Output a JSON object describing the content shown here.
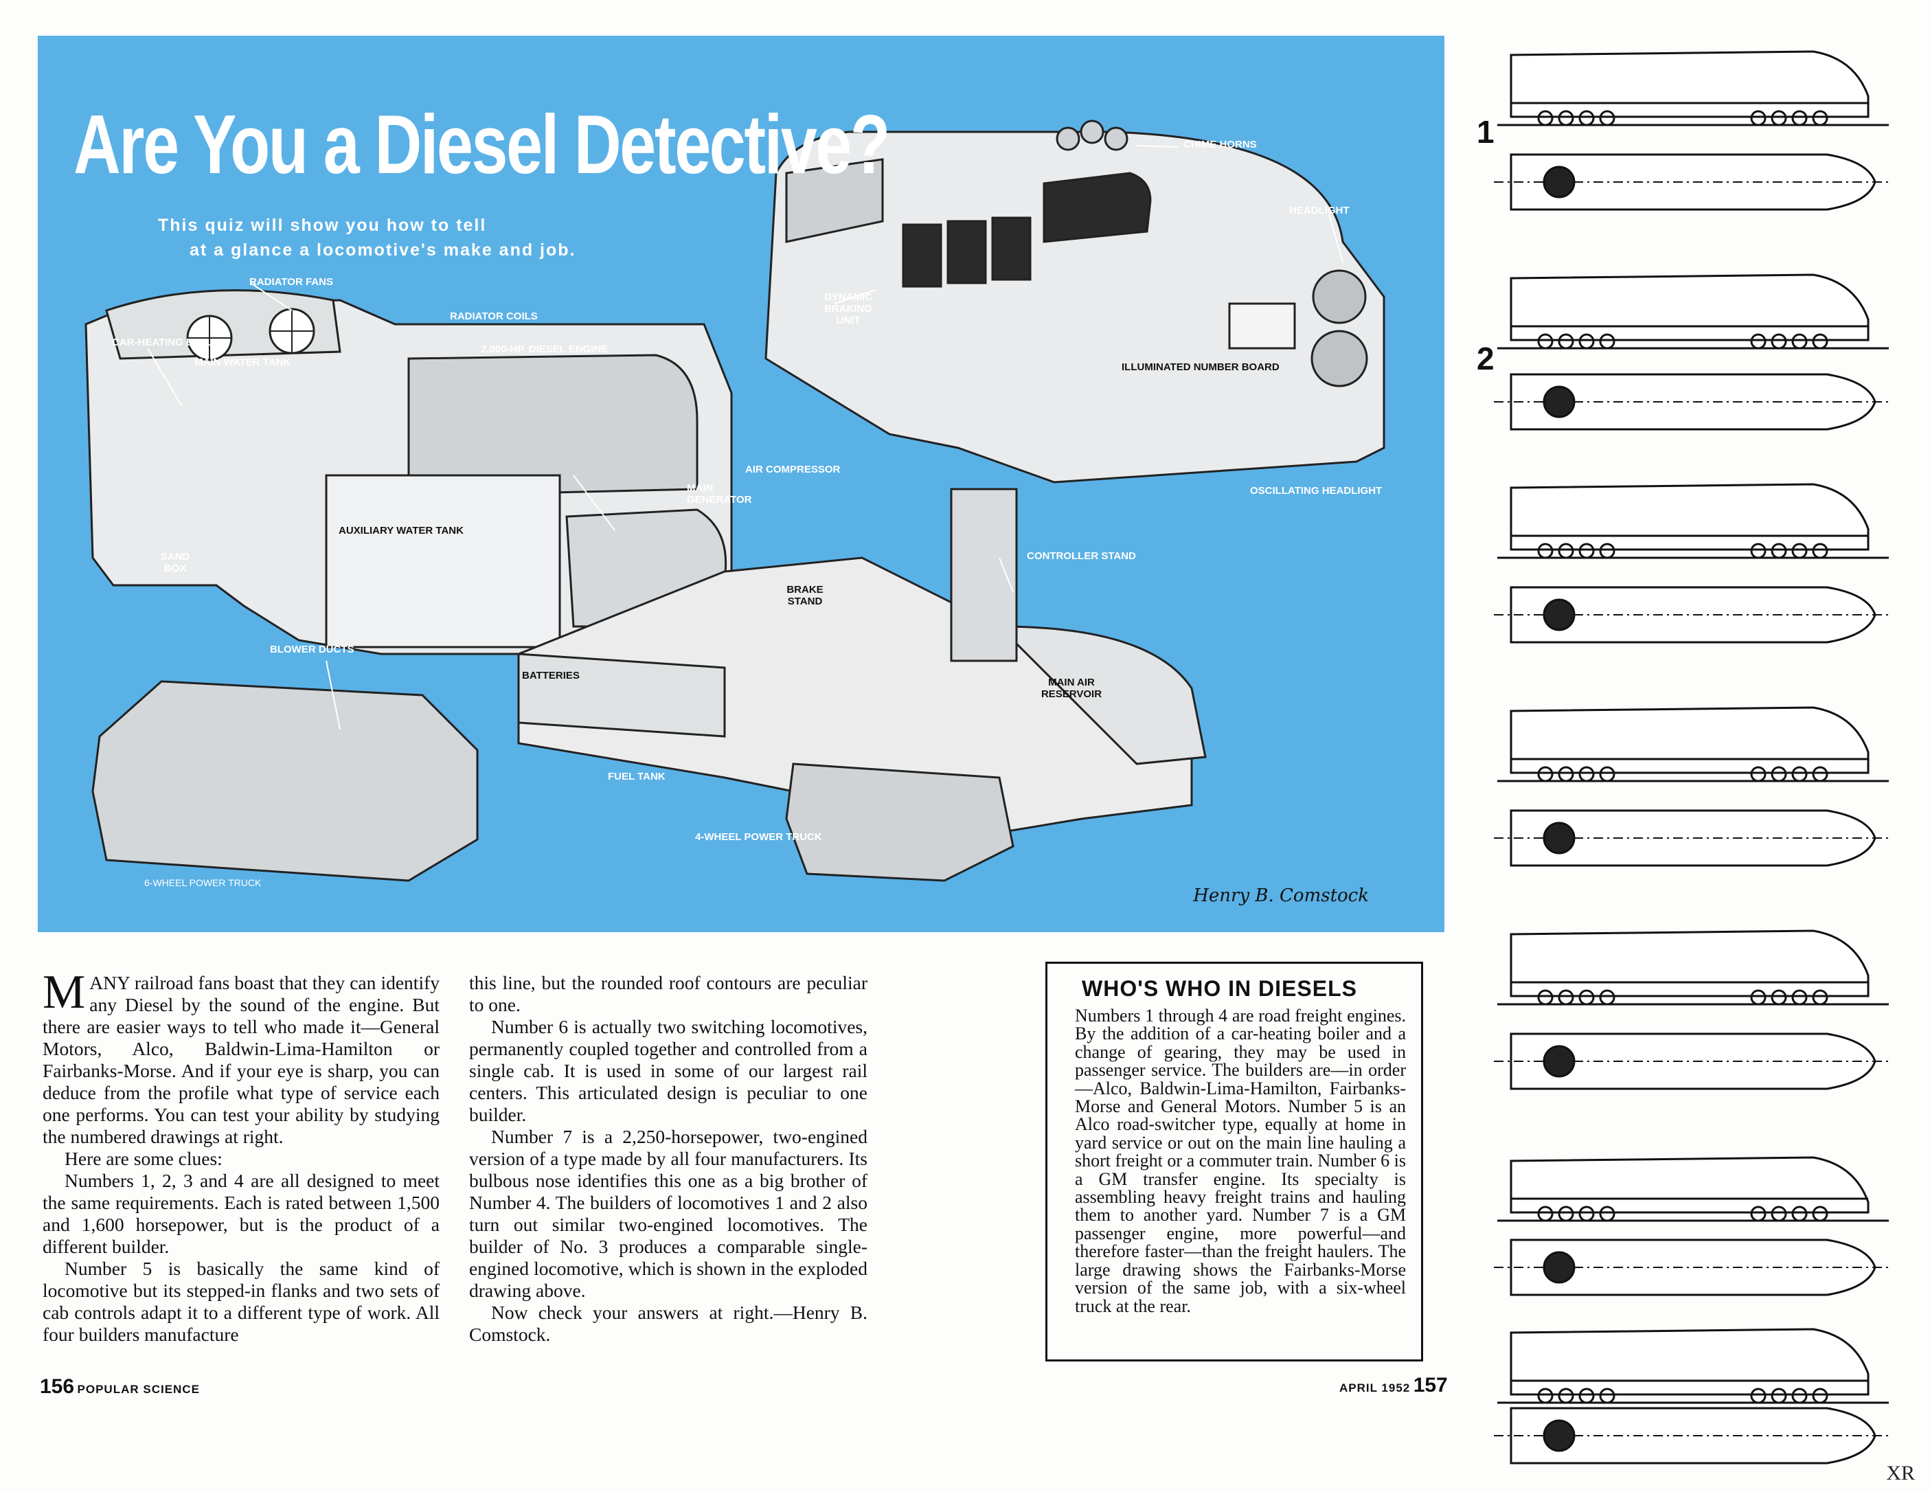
{
  "illustration": {
    "title": "Are You a Diesel Detective?",
    "subtitle_lines": [
      "This quiz will show you how to tell",
      "at a glance a locomotive's make and job."
    ],
    "labels": {
      "chime_horns": "CHIME HORNS",
      "headlight": "HEADLIGHT",
      "dynamic_braking_unit": "DYNAMIC BRAKING UNIT",
      "radiator_fans": "RADIATOR FANS",
      "radiator_coils": "RADIATOR COILS",
      "car_heating_boiler": "CAR-HEATING BOILER",
      "main_water_tank": "MAIN WATER TANK",
      "diesel_engine": "2,000-HP. DIESEL ENGINE",
      "illuminated_number_board": "ILLUMINATED NUMBER BOARD",
      "air_compressor": "AIR COMPRESSOR",
      "main_generator": "MAIN GENERATOR",
      "oscillating_headlight": "OSCILLATING HEADLIGHT",
      "auxiliary_water_tank": "AUXILIARY WATER TANK",
      "sand_box": "SAND BOX",
      "controller_stand": "CONTROLLER STAND",
      "brake_stand": "BRAKE STAND",
      "blower_ducts": "BLOWER DUCTS",
      "batteries": "BATTERIES",
      "main_air_reservoir": "MAIN AIR RESERVOIR",
      "fuel_tank": "FUEL TANK",
      "four_wheel_power_truck": "4-WHEEL POWER TRUCK",
      "six_wheel_power_truck": "6-WHEEL POWER TRUCK"
    },
    "signature": "Henry B. Comstock"
  },
  "article": {
    "dropcap": "M",
    "col1": [
      "ANY railroad fans boast that they can identify any Diesel by the sound of the engine. But there are easier ways to tell who made it—General Motors, Alco, Baldwin-Lima-Hamilton or Fairbanks-Morse. And if your eye is sharp, you can deduce from the profile what type of service each one performs. You can test your ability by studying the numbered drawings at right.",
      "Here are some clues:",
      "Numbers 1, 2, 3 and 4 are all designed to meet the same requirements. Each is rated between 1,500 and 1,600 horsepower, but is the product of a different builder.",
      "Number 5 is basically the same kind of locomotive but its stepped-in flanks and two sets of cab controls adapt it to a different type of work. All four builders manufacture"
    ],
    "col2": [
      "this line, but the rounded roof contours are peculiar to one.",
      "Number 6 is actually two switching locomotives, permanently coupled together and controlled from a single cab. It is used in some of our largest rail centers. This articulated design is peculiar to one builder.",
      "Number 7 is a 2,250-horsepower, two-engined version of a type made by all four manufacturers. Its bulbous nose identifies this one as a big brother of Number 4. The builders of locomotives 1 and 2 also turn out similar two-engined locomotives. The builder of No. 3 produces a comparable single-engined locomotive, which is shown in the exploded drawing above.",
      "Now check your answers at right.—Henry B. Comstock."
    ]
  },
  "box": {
    "title": "WHO'S WHO IN DIESELS",
    "text": "Numbers 1 through 4 are road freight engines. By the addition of a car-heating boiler and a change of gearing, they may be used in passenger service. The builders are—in order—Alco, Baldwin-Lima-Hamilton, Fairbanks-Morse and General Motors. Number 5 is an Alco road-switcher type, equally at home in yard service or out on the main line hauling a short freight or a commuter train. Number 6 is a GM transfer engine. Its specialty is assembling heavy freight trains and hauling them to another yard. Number 7 is a GM passenger engine, more powerful—and therefore faster—than the freight haulers. The large drawing shows the Fairbanks-Morse version of the same job, with a six-wheel truck at the rear."
  },
  "footer": {
    "left_page": "156",
    "left_magazine": "POPULAR SCIENCE",
    "right_date": "APRIL 1952",
    "right_page": "157"
  },
  "right_column": {
    "numbers": [
      "1",
      "2"
    ],
    "corner_mark": "XR"
  }
}
